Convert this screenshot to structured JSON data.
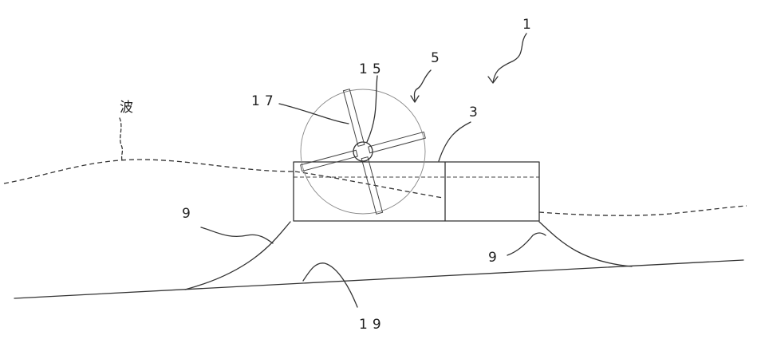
{
  "labels": {
    "device": "1",
    "body": "3",
    "turbine": "5",
    "support_left": "9",
    "support_right": "9",
    "hub": "15",
    "blade": "17",
    "seabed": "19",
    "wave": "波"
  }
}
